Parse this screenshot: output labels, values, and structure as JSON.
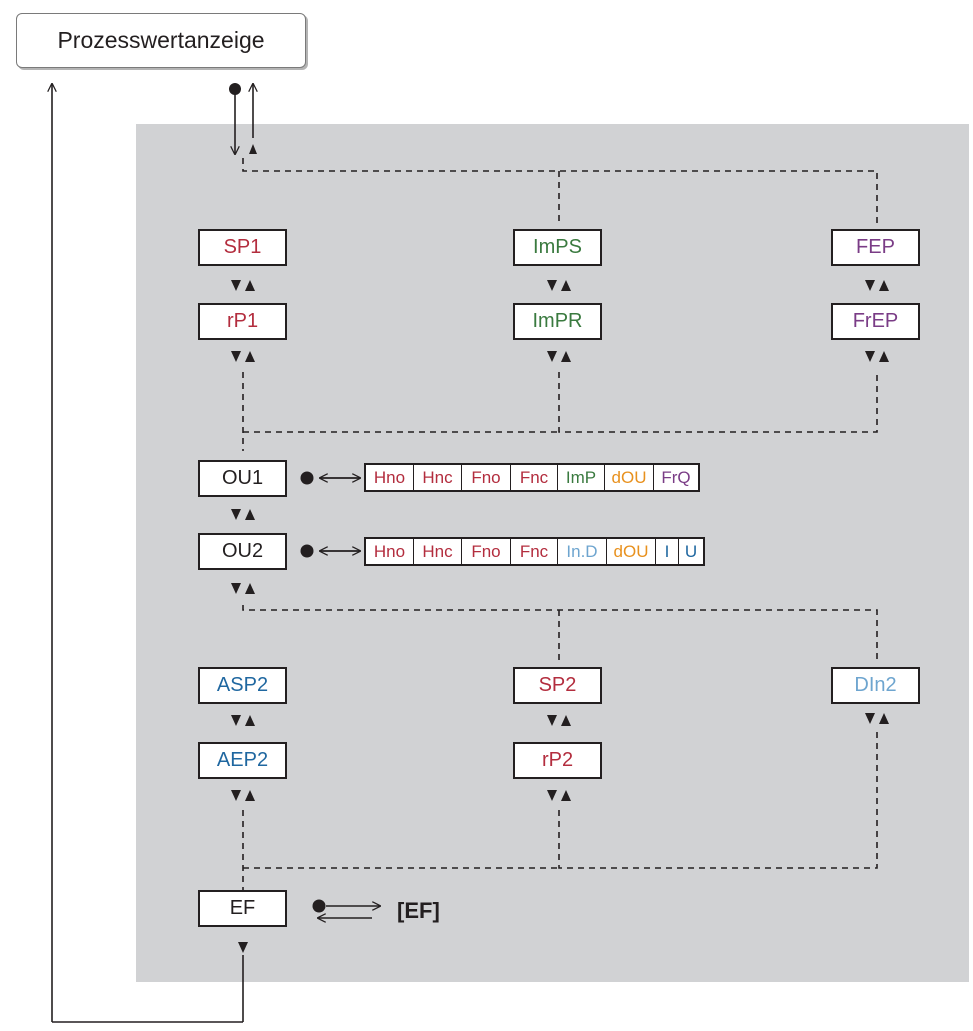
{
  "colors": {
    "red": "#b32d3e",
    "green": "#3a7a3f",
    "purple": "#7a3c86",
    "blue": "#1f67a0",
    "light_blue": "#6ea5cf",
    "orange": "#e8911e",
    "black": "#231f20",
    "panel": "#d1d2d4"
  },
  "title": "Prozesswertanzeige",
  "params": {
    "sp1": {
      "label": "SP1",
      "color": "#b32d3e"
    },
    "rp1": {
      "label": "rP1",
      "color": "#b32d3e"
    },
    "imps": {
      "label": "ImPS",
      "color": "#3a7a3f"
    },
    "impr": {
      "label": "ImPR",
      "color": "#3a7a3f"
    },
    "fep": {
      "label": "FEP",
      "color": "#7a3c86"
    },
    "frep": {
      "label": "FrEP",
      "color": "#7a3c86"
    },
    "ou1": {
      "label": "OU1",
      "color": "#231f20"
    },
    "ou2": {
      "label": "OU2",
      "color": "#231f20"
    },
    "asp2": {
      "label": "ASP2",
      "color": "#1f67a0"
    },
    "aep2": {
      "label": "AEP2",
      "color": "#1f67a0"
    },
    "sp2": {
      "label": "SP2",
      "color": "#b32d3e"
    },
    "rp2": {
      "label": "rP2",
      "color": "#b32d3e"
    },
    "din2": {
      "label": "DIn2",
      "color": "#6ea5cf"
    },
    "ef": {
      "label": "EF",
      "color": "#231f20"
    }
  },
  "ou1_options": [
    {
      "label": "Hno",
      "color": "#b32d3e"
    },
    {
      "label": "Hnc",
      "color": "#b32d3e"
    },
    {
      "label": "Fno",
      "color": "#b32d3e"
    },
    {
      "label": "Fnc",
      "color": "#b32d3e"
    },
    {
      "label": "ImP",
      "color": "#3a7a3f"
    },
    {
      "label": "dOU",
      "color": "#e8911e"
    },
    {
      "label": "FrQ",
      "color": "#7a3c86"
    }
  ],
  "ou2_options": [
    {
      "label": "Hno",
      "color": "#b32d3e"
    },
    {
      "label": "Hnc",
      "color": "#b32d3e"
    },
    {
      "label": "Fno",
      "color": "#b32d3e"
    },
    {
      "label": "Fnc",
      "color": "#b32d3e"
    },
    {
      "label": "In.D",
      "color": "#6ea5cf"
    },
    {
      "label": "dOU",
      "color": "#e8911e"
    },
    {
      "label": "I",
      "color": "#1f67a0"
    },
    {
      "label": "U",
      "color": "#1f67a0"
    }
  ],
  "ef_submenu_label": "[EF]",
  "icons": {
    "nav_arrows": "down-up-triangle-icon",
    "select_dot": "filled-circle-icon",
    "double_arrow": "left-right-arrow-icon"
  }
}
